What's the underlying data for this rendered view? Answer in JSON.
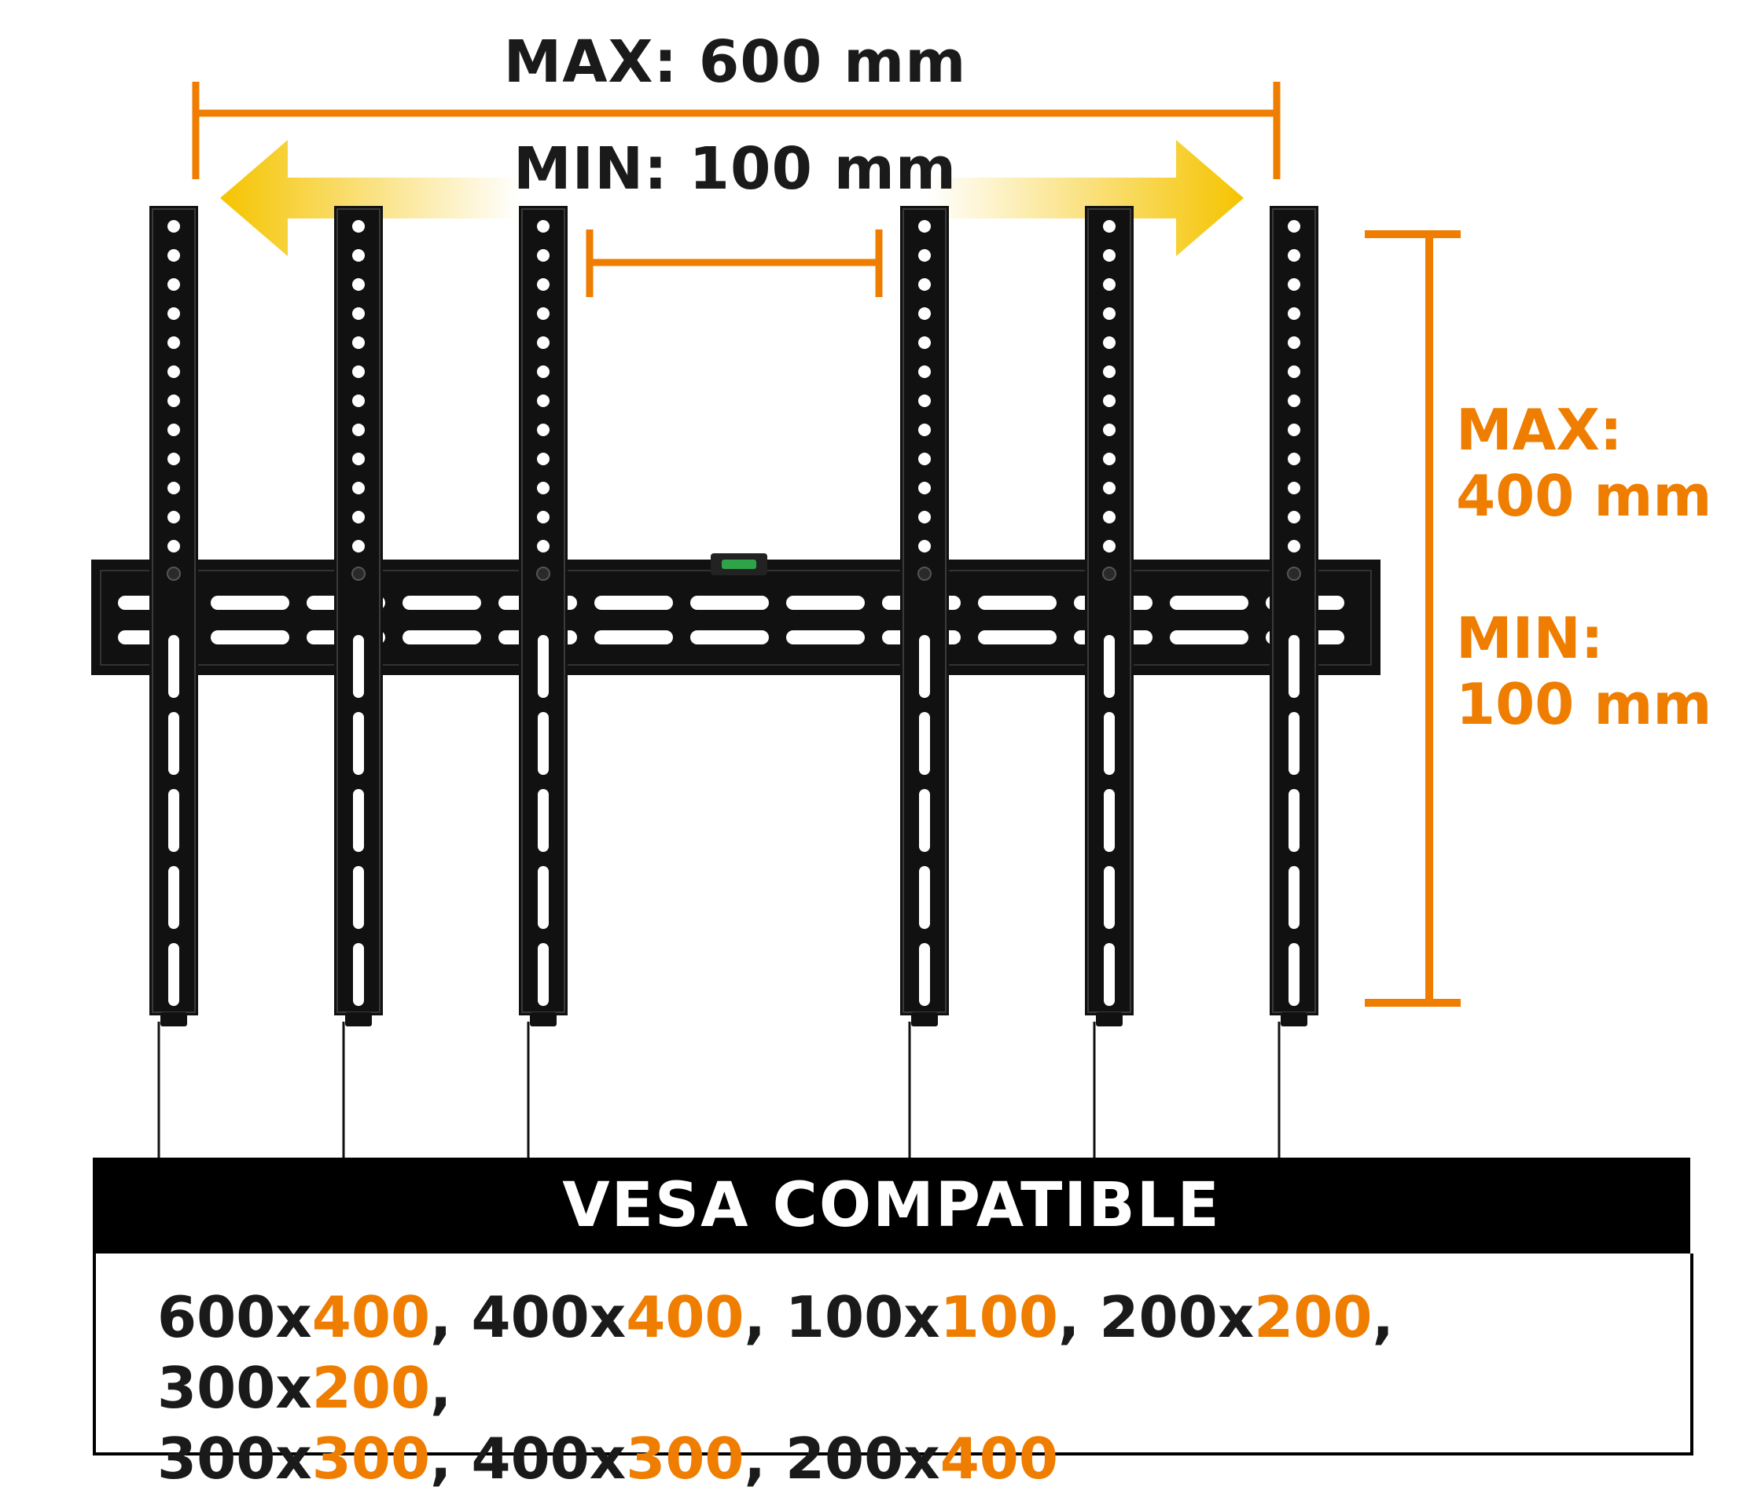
{
  "dimensions": {
    "max_width": "MAX: 600 mm",
    "min_width": "MIN: 100 mm",
    "max_height": [
      "MAX:",
      "400 mm"
    ],
    "min_height": [
      "MIN:",
      "100 mm"
    ]
  },
  "vesa": {
    "title": "VESA COMPATIBLE",
    "sizes": [
      {
        "w": "600",
        "h": "400"
      },
      {
        "w": "400",
        "h": "400"
      },
      {
        "w": "100",
        "h": "100"
      },
      {
        "w": "200",
        "h": "200"
      },
      {
        "w": "300",
        "h": "200"
      },
      {
        "w": "300",
        "h": "300"
      },
      {
        "w": "400",
        "h": "300"
      },
      {
        "w": "200",
        "h": "400"
      }
    ]
  },
  "colors": {
    "accent": "#ef7d00",
    "arrow": "#f5c400",
    "bracket": "#000000",
    "text": "#1a1a1a"
  }
}
